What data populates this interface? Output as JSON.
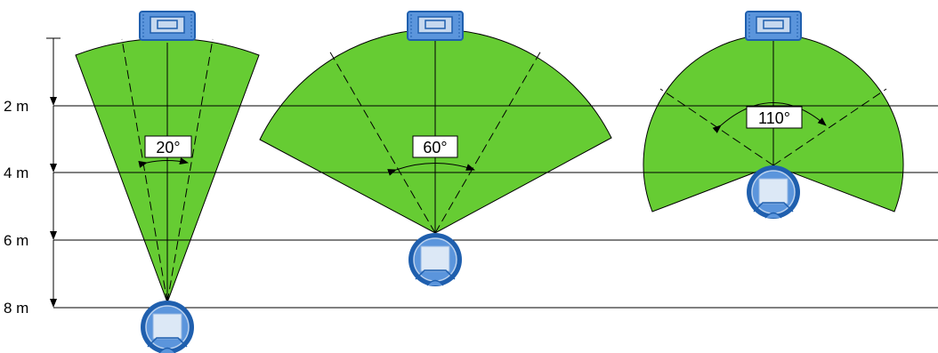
{
  "scale": {
    "unit": "m",
    "marks": [
      {
        "value": 2,
        "label": "2 m"
      },
      {
        "value": 4,
        "label": "4 m"
      },
      {
        "value": 6,
        "label": "6 m"
      },
      {
        "value": 8,
        "label": "8 m"
      }
    ]
  },
  "sensors": [
    {
      "id": "sensor-20",
      "angle_label": "20°"
    },
    {
      "id": "sensor-60",
      "angle_label": "60°"
    },
    {
      "id": "sensor-110",
      "angle_label": "110°"
    }
  ],
  "colors": {
    "fan_fill": "#66cc33",
    "sensor_outer": "#1f5fae",
    "sensor_mid": "#5b95dc",
    "sensor_inner": "#c6d8ef",
    "line": "#000000"
  }
}
